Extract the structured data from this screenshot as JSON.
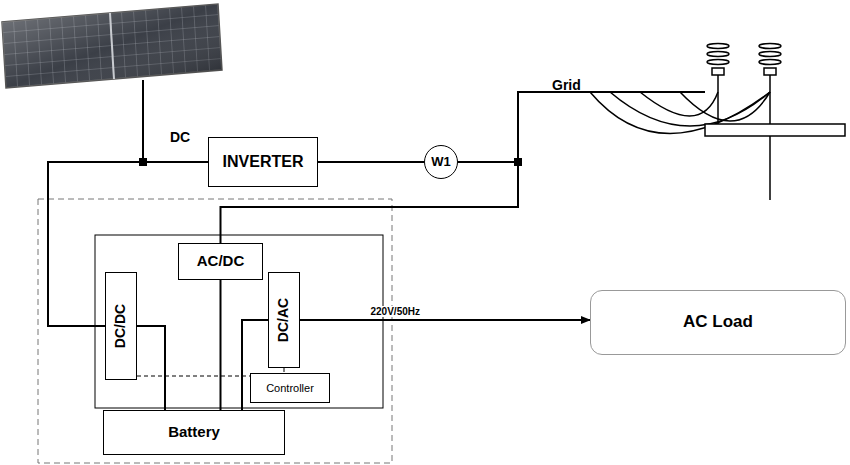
{
  "diagram": {
    "nodes": [
      {
        "text": [
          "INVERTER"
        ]
      },
      {
        "text": [
          "W1"
        ]
      },
      {
        "text": [
          "AC/DC"
        ]
      },
      {
        "text": [
          "DC/DC"
        ]
      },
      {
        "text": [
          "DC/AC"
        ]
      },
      {
        "text": [
          "AC Load"
        ]
      },
      {
        "text": [
          "Controller"
        ]
      },
      {
        "text": [
          "Battery"
        ]
      }
    ],
    "edges": [
      {
        "from": 0,
        "to": 1,
        "arrow": "none"
      },
      {
        "from": 1,
        "to": 2,
        "arrow": "none"
      },
      {
        "from": 0,
        "to": 3,
        "arrow": "none"
      },
      {
        "from": 3,
        "to": 7,
        "arrow": "none"
      },
      {
        "from": 2,
        "to": 7,
        "arrow": "none"
      },
      {
        "from": 4,
        "to": 7,
        "arrow": "none"
      },
      {
        "from": 3,
        "to": 6,
        "arrow": "none"
      },
      {
        "from": 4,
        "to": 6,
        "arrow": "none"
      },
      {
        "from": 4,
        "to": 5,
        "label": "220V/50Hz",
        "arrow": "to"
      }
    ],
    "labels": [
      "DC",
      "Grid"
    ]
  }
}
